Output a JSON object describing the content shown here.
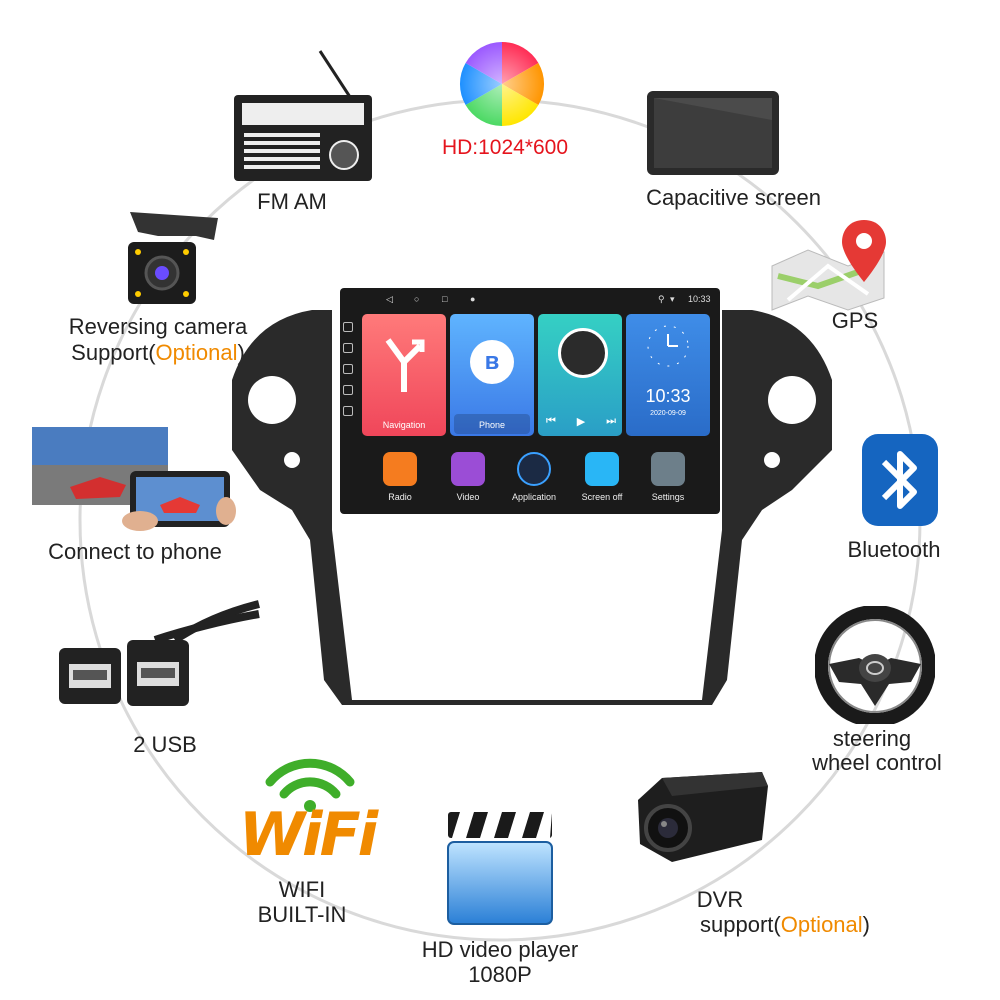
{
  "features": {
    "resolution": "HD:1024*600",
    "capacitive": "Capacitive screen",
    "fm_am": "FM  AM",
    "gps": "GPS",
    "reversing_line1": "Reversing camera",
    "reversing_support": "Support(",
    "reversing_optional": "Optional",
    "reversing_close": ")",
    "bluetooth": "Bluetooth",
    "connect_phone": "Connect to phone",
    "usb": "2 USB",
    "steering_line1": "steering",
    "steering_line2": "wheel control",
    "wifi_line1": "WIFI",
    "wifi_line2": "BUILT-IN",
    "wifi_logo": "WiFi",
    "dvr_line1": "DVR",
    "dvr_support": "support(",
    "dvr_optional": "Optional",
    "dvr_close": ")",
    "video_line1": "HD video player",
    "video_line2": "1080P"
  },
  "screen": {
    "clock": "10:33",
    "time_big": "10:33",
    "date": "2020-09-09",
    "cards": {
      "navigation": "Navigation",
      "phone": "Phone"
    },
    "apps": {
      "radio": "Radio",
      "video": "Video",
      "application": "Application",
      "screen_off": "Screen off",
      "settings": "Settings"
    }
  },
  "colors": {
    "accent_red": "#e5141d",
    "accent_orange": "#f08a00",
    "bluetooth_blue": "#1565c0"
  }
}
